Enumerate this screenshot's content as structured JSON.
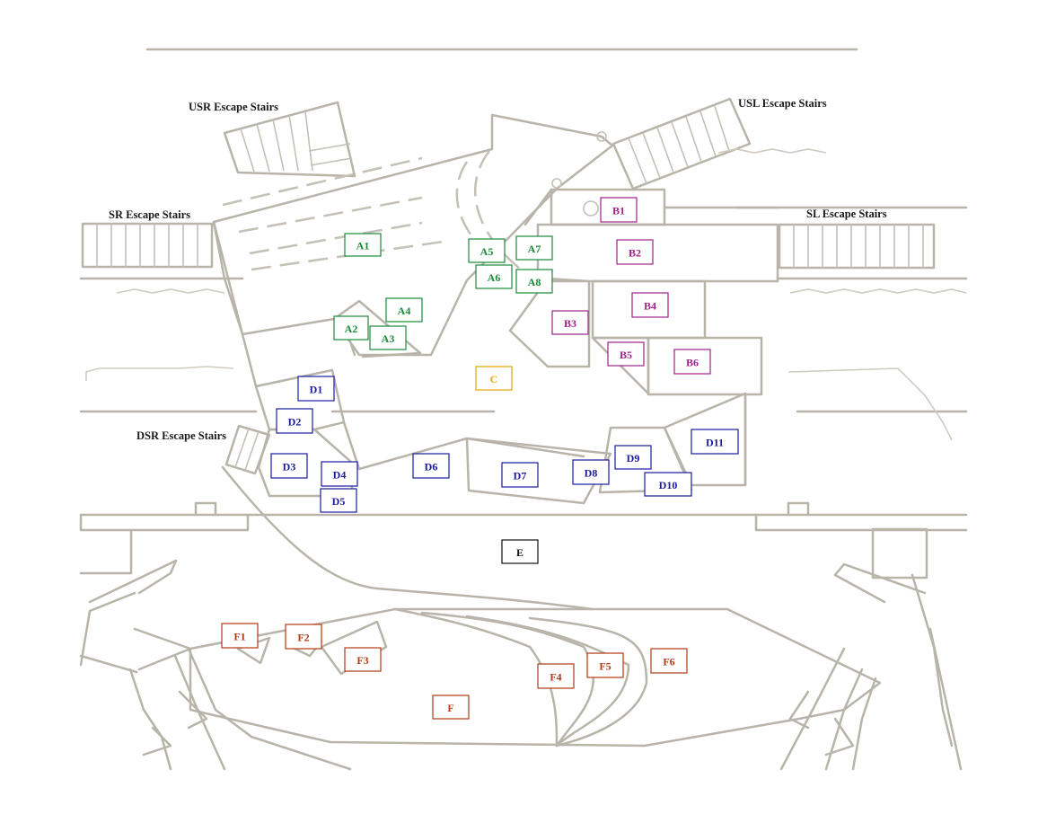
{
  "colors": {
    "line": "#b8b4aa",
    "group_a": "#1c8a3a",
    "group_b": "#a0208a",
    "group_c": "#e0a800",
    "group_d": "#1a1aa0",
    "group_e": "#111111",
    "group_f": "#b23a14"
  },
  "stair_labels": {
    "usr": "USR Escape Stairs",
    "usl": "USL Escape Stairs",
    "sr": "SR Escape Stairs",
    "sl": "SL Escape Stairs",
    "dsr": "DSR Escape Stairs"
  },
  "zones": [
    {
      "id": "a1",
      "label": "A1",
      "group": "a"
    },
    {
      "id": "a2",
      "label": "A2",
      "group": "a"
    },
    {
      "id": "a3",
      "label": "A3",
      "group": "a"
    },
    {
      "id": "a4",
      "label": "A4",
      "group": "a"
    },
    {
      "id": "a5",
      "label": "A5",
      "group": "a"
    },
    {
      "id": "a6",
      "label": "A6",
      "group": "a"
    },
    {
      "id": "a7",
      "label": "A7",
      "group": "a"
    },
    {
      "id": "a8",
      "label": "A8",
      "group": "a"
    },
    {
      "id": "b1",
      "label": "B1",
      "group": "b"
    },
    {
      "id": "b2",
      "label": "B2",
      "group": "b"
    },
    {
      "id": "b3",
      "label": "B3",
      "group": "b"
    },
    {
      "id": "b4",
      "label": "B4",
      "group": "b"
    },
    {
      "id": "b5",
      "label": "B5",
      "group": "b"
    },
    {
      "id": "b6",
      "label": "B6",
      "group": "b"
    },
    {
      "id": "c",
      "label": "C",
      "group": "c"
    },
    {
      "id": "d1",
      "label": "D1",
      "group": "d"
    },
    {
      "id": "d2",
      "label": "D2",
      "group": "d"
    },
    {
      "id": "d3",
      "label": "D3",
      "group": "d"
    },
    {
      "id": "d4",
      "label": "D4",
      "group": "d"
    },
    {
      "id": "d5",
      "label": "D5",
      "group": "d"
    },
    {
      "id": "d6",
      "label": "D6",
      "group": "d"
    },
    {
      "id": "d7",
      "label": "D7",
      "group": "d"
    },
    {
      "id": "d8",
      "label": "D8",
      "group": "d"
    },
    {
      "id": "d9",
      "label": "D9",
      "group": "d"
    },
    {
      "id": "d10",
      "label": "D10",
      "group": "d"
    },
    {
      "id": "d11",
      "label": "D11",
      "group": "d"
    },
    {
      "id": "e",
      "label": "E",
      "group": "e"
    },
    {
      "id": "f",
      "label": "F",
      "group": "f"
    },
    {
      "id": "f1",
      "label": "F1",
      "group": "f"
    },
    {
      "id": "f2",
      "label": "F2",
      "group": "f"
    },
    {
      "id": "f3",
      "label": "F3",
      "group": "f"
    },
    {
      "id": "f4",
      "label": "F4",
      "group": "f"
    },
    {
      "id": "f5",
      "label": "F5",
      "group": "f"
    },
    {
      "id": "f6",
      "label": "F6",
      "group": "f"
    }
  ]
}
